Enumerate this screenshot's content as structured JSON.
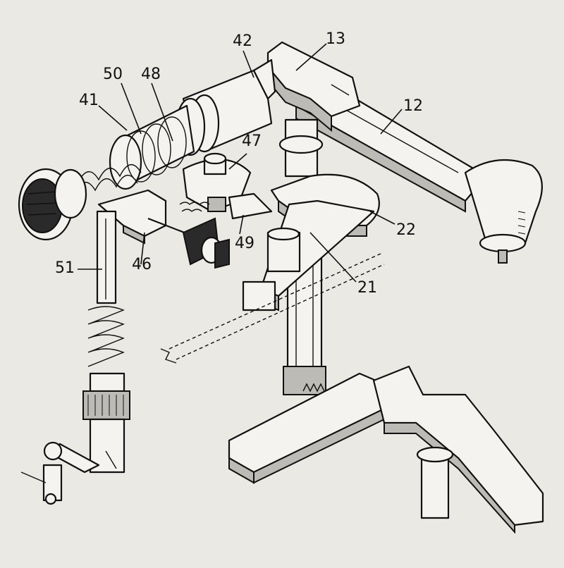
{
  "figure": {
    "callouts": [
      "42",
      "13",
      "50",
      "48",
      "12",
      "41",
      "47",
      "22",
      "49",
      "51",
      "46",
      "21"
    ]
  }
}
